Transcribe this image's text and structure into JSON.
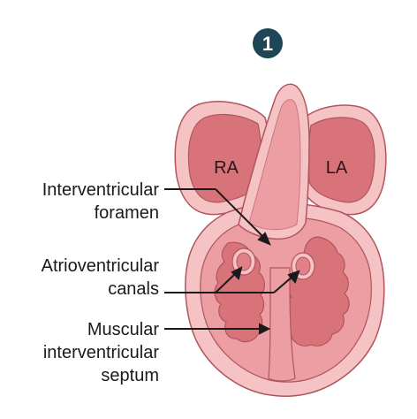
{
  "step_marker": {
    "number": "1",
    "color": "#1e4656"
  },
  "chambers": {
    "right_atrium": "RA",
    "left_atrium": "LA"
  },
  "labels": {
    "interventricular_foramen": [
      "Interventricular",
      "foramen"
    ],
    "atrioventricular_canals": [
      "Atrioventricular",
      "canals"
    ],
    "muscular_septum": [
      "Muscular",
      "interventricular",
      "septum"
    ]
  },
  "colors": {
    "outline": "#b0555e",
    "outer_wall": "#f5c3c3",
    "inner_wall": "#ec9ea2",
    "atrium_fill": "#d9737a",
    "canal_fill": "#e08088",
    "leader_line": "#1a1a1a"
  }
}
